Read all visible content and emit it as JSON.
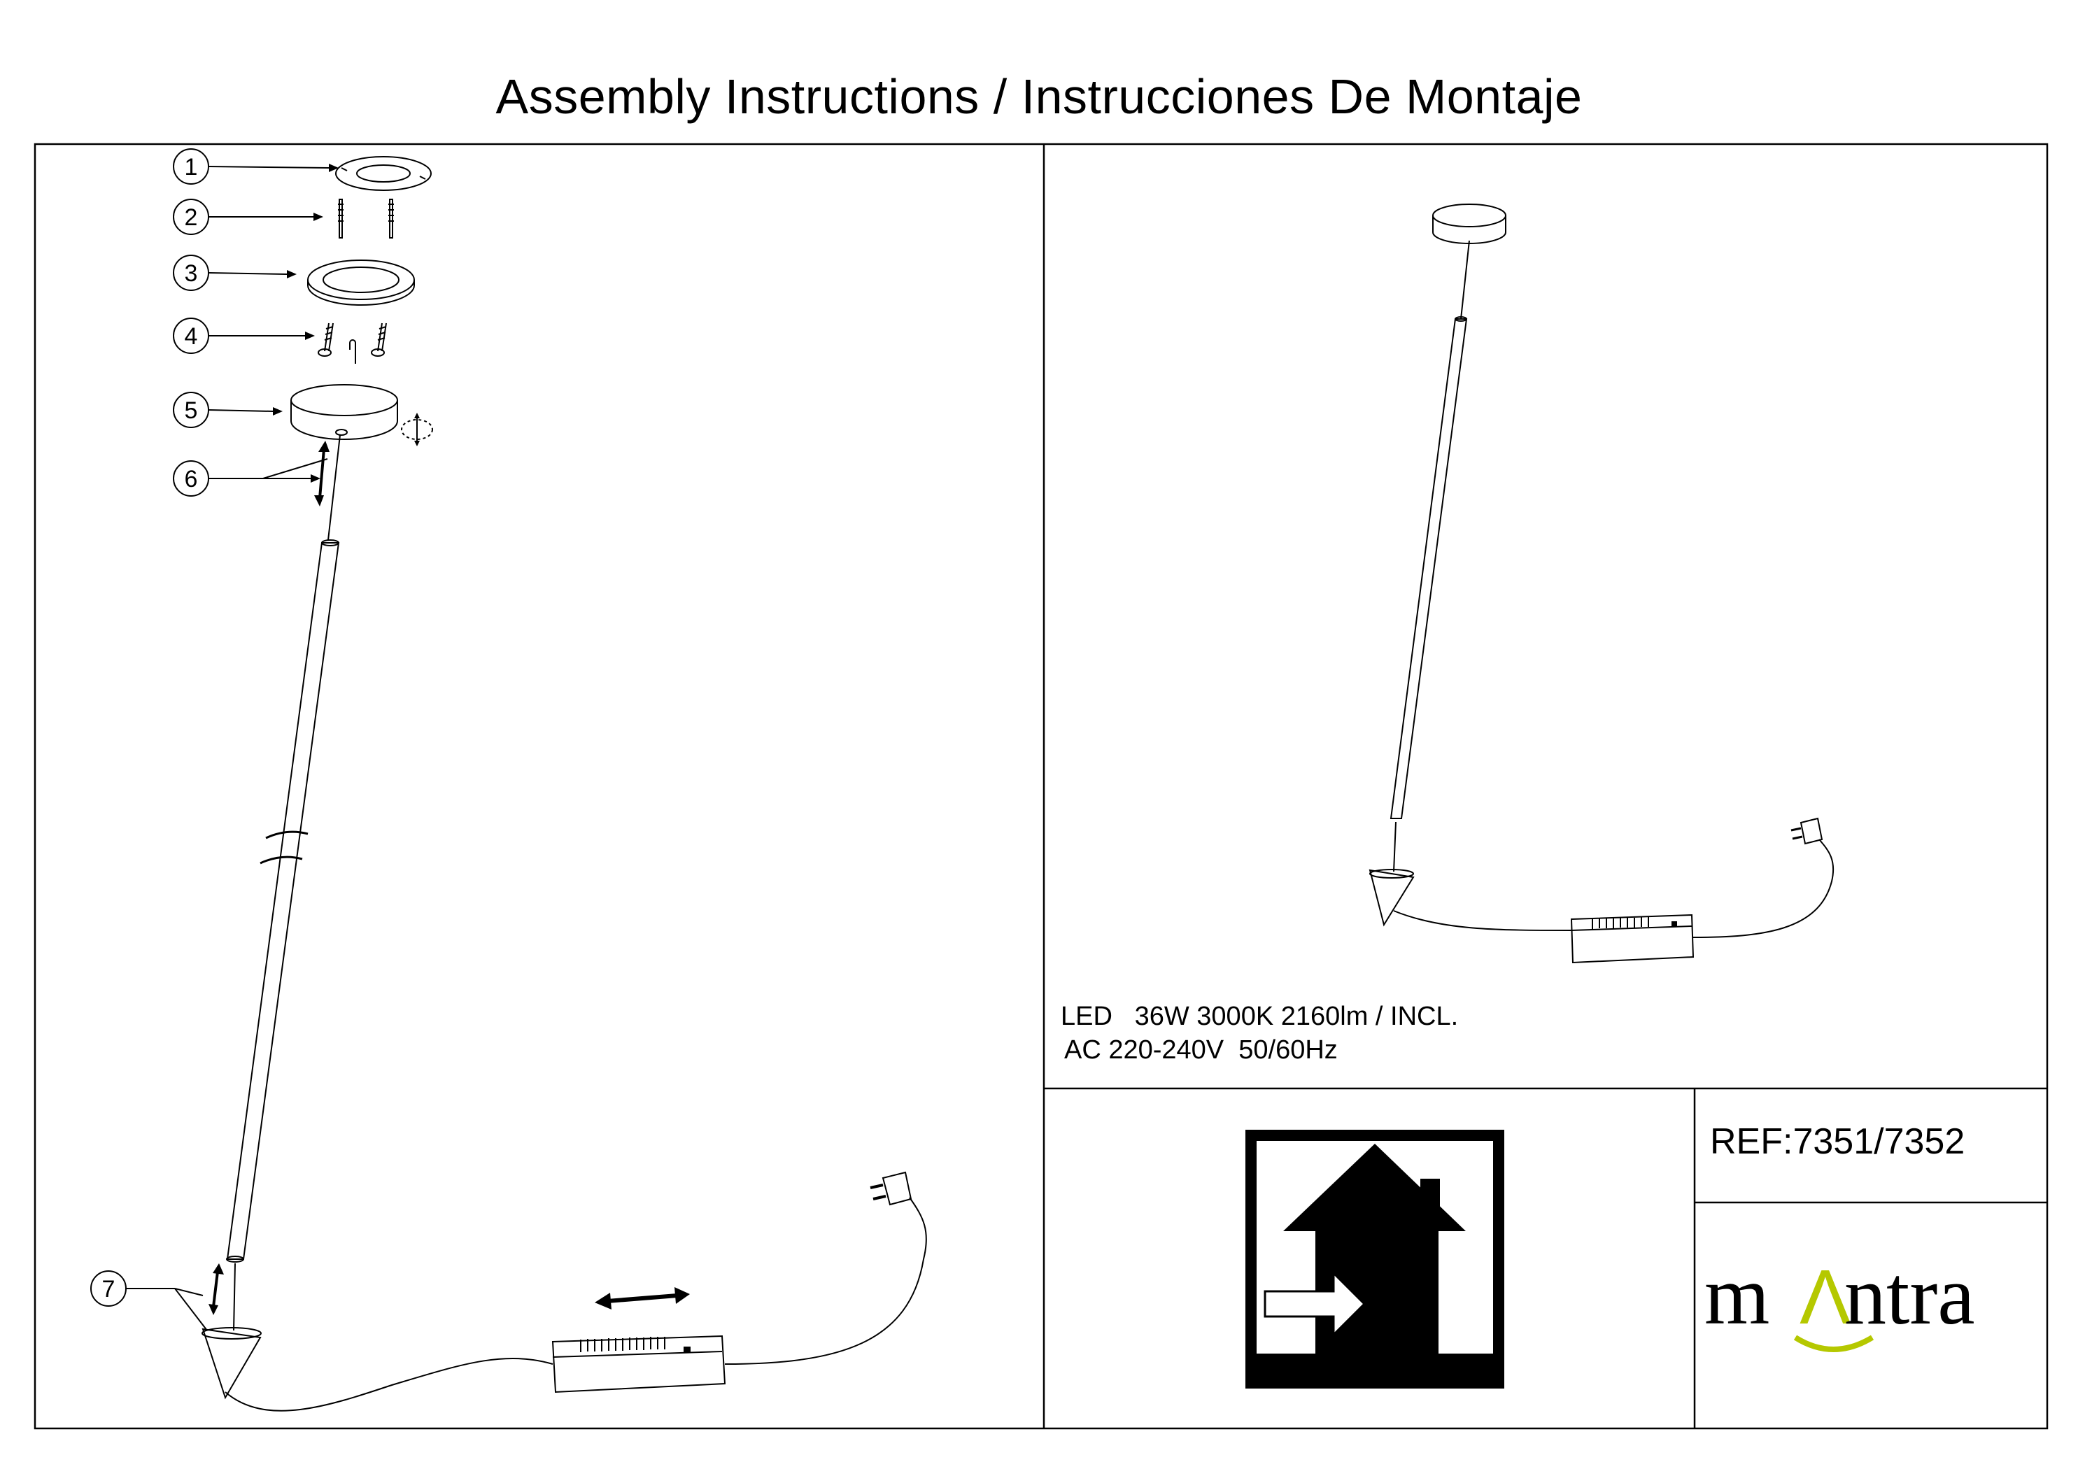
{
  "page": {
    "title": "Assembly Instructions / Instrucciones De Montaje"
  },
  "callouts": [
    "1",
    "2",
    "3",
    "4",
    "5",
    "6",
    "7"
  ],
  "specs": {
    "line1": "LED   36W 3000K 2160lm / INCL.",
    "line2": "AC 220-240V  50/60Hz"
  },
  "reference": "REF:7351/7352",
  "brand": {
    "name_left": "m",
    "name_mark": "Λ",
    "name_right": "ntra",
    "accent_color": "#b5c800"
  },
  "icons": {
    "indoor_use": "indoor-use-house-icon",
    "brand_smile": "mantra-smile-logo"
  }
}
